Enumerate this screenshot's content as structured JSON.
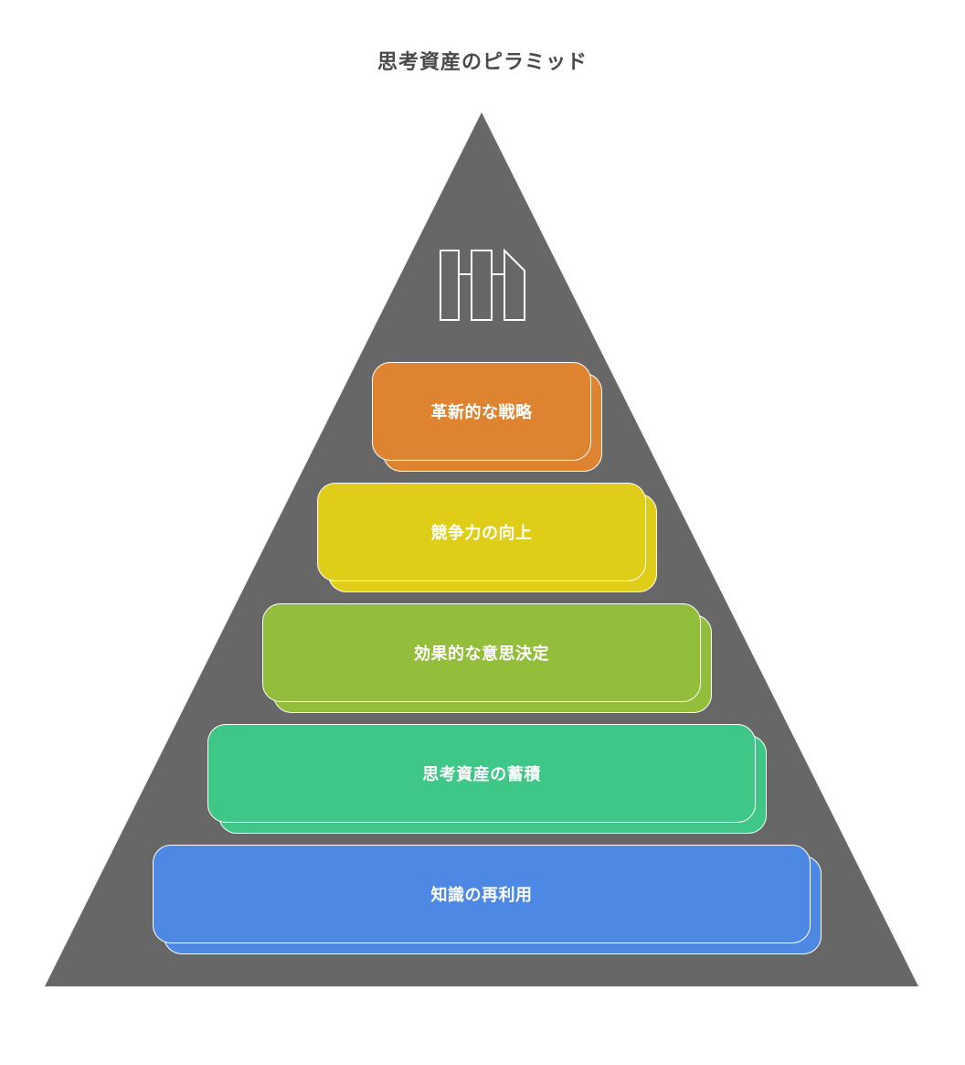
{
  "title": "思考資産のピラミッド",
  "colors": {
    "pyramid": "#676767",
    "border": "#ffffff",
    "title_text": "#4a4a4a",
    "label_text": "#ffffff"
  },
  "apex_icon": "building-blocks-icon",
  "layers": [
    {
      "label": "革新的な戦略",
      "color": "#de8431"
    },
    {
      "label": "競争力の向上",
      "color": "#dfcd17"
    },
    {
      "label": "効果的な意思決定",
      "color": "#93be3b"
    },
    {
      "label": "思考資産の蓄積",
      "color": "#3ec787"
    },
    {
      "label": "知識の再利用",
      "color": "#4e88e5"
    }
  ]
}
